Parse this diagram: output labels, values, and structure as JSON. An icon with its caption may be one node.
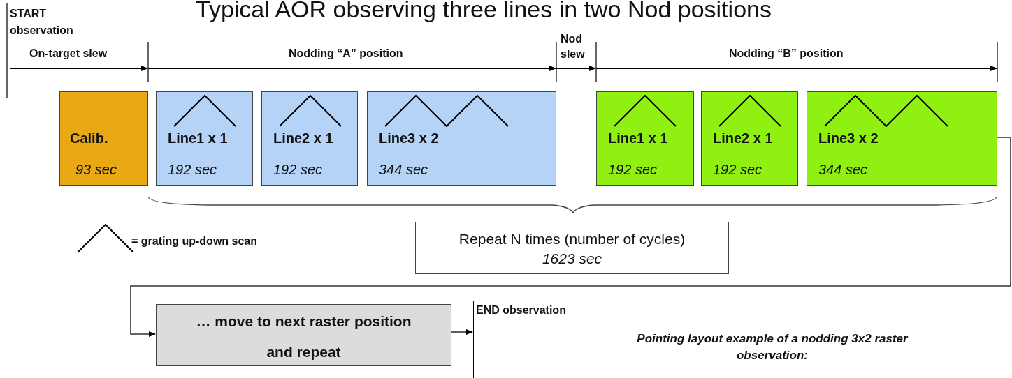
{
  "diagram": {
    "title": "Typical AOR observing three lines in two Nod positions",
    "nodes": [
      {
        "text": [
          "Calib.",
          "93 sec"
        ]
      },
      {
        "text": [
          "Line1 x 1",
          "192 sec"
        ]
      },
      {
        "text": [
          "Line2 x 1",
          "192 sec"
        ]
      },
      {
        "text": [
          "Line3 x 2",
          "344 sec"
        ]
      },
      {
        "text": [
          "Line1 x 1",
          "192 sec"
        ]
      },
      {
        "text": [
          "Line2 x 1",
          "192 sec"
        ]
      },
      {
        "text": [
          "Line3 x 2",
          "344 sec"
        ]
      },
      {
        "text": [
          "Repeat N times (number of cycles)",
          "1623 sec"
        ]
      },
      {
        "text": [
          "… move to next raster position and repeat"
        ]
      },
      {
        "text": [
          "END observation"
        ]
      }
    ],
    "edges": [
      {
        "from": 6,
        "to": 8,
        "arrow": "to"
      },
      {
        "from": 8,
        "to": 9,
        "arrow": "to"
      }
    ],
    "labels": [
      "START observation",
      "On-target slew",
      "Nodding “A” position",
      "Nod slew",
      "Nodding “B” position",
      "Pointing layout example of a nodding 3x2 raster observation:"
    ],
    "legend": [
      {
        "text": "= grating up-down scan"
      }
    ]
  }
}
